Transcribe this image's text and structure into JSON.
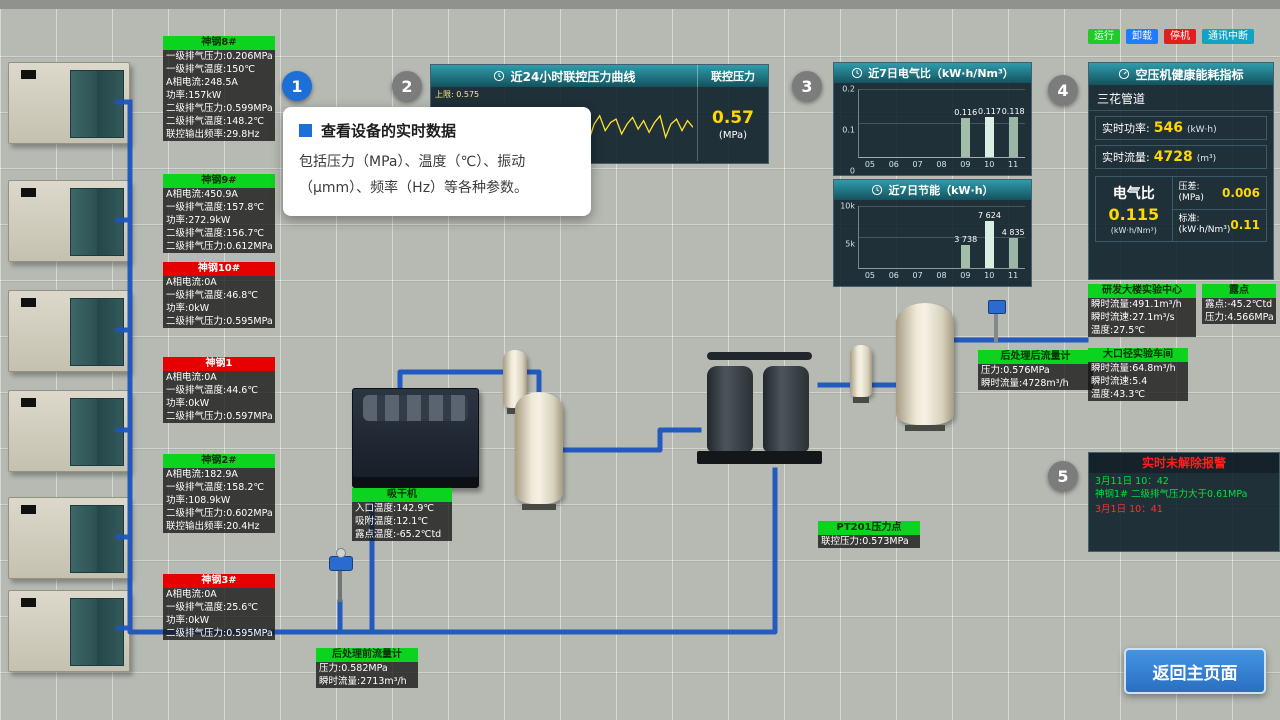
{
  "status_buttons": [
    {
      "label": "运行",
      "bg": "#1ecb29"
    },
    {
      "label": "卸载",
      "bg": "#1f7bff"
    },
    {
      "label": "停机",
      "bg": "#e02020"
    },
    {
      "label": "通讯中断",
      "bg": "#12a3c4"
    }
  ],
  "callouts": [
    "1",
    "2",
    "3",
    "4",
    "5"
  ],
  "tooltip": {
    "title": "查看设备的实时数据",
    "body": "包括压力（MPa）、温度（℃）、振动（μmm）、频率（Hz）等各种参数。"
  },
  "compressors": [
    {
      "name": "神钢8#",
      "status": "running",
      "rows": [
        "一级排气压力:0.206MPa",
        "一级排气温度:150℃",
        "A相电流:248.5A",
        "功率:157kW",
        "二级排气压力:0.599MPa",
        "二级排气温度:148.2℃",
        "联控输出频率:29.8Hz"
      ]
    },
    {
      "name": "神钢9#",
      "status": "running",
      "rows": [
        "A相电流:450.9A",
        "一级排气温度:157.8℃",
        "功率:272.9kW",
        "二级排气温度:156.7℃",
        "二级排气压力:0.612MPa"
      ]
    },
    {
      "name": "神钢10#",
      "status": "stopped",
      "rows": [
        "A相电流:0A",
        "一级排气温度:46.8℃",
        "功率:0kW",
        "二级排气压力:0.595MPa"
      ]
    },
    {
      "name": "神钢1",
      "status": "stopped",
      "rows": [
        "A相电流:0A",
        "一级排气温度:44.6℃",
        "功率:0kW",
        "二级排气压力:0.597MPa"
      ]
    },
    {
      "name": "神钢2#",
      "status": "running",
      "rows": [
        "A相电流:182.9A",
        "一级排气温度:158.2℃",
        "功率:108.9kW",
        "二级排气压力:0.602MPa",
        "联控输出频率:20.4Hz"
      ]
    },
    {
      "name": "神钢3#",
      "status": "stopped",
      "rows": [
        "A相电流:0A",
        "一级排气温度:25.6℃",
        "功率:0kW",
        "二级排气压力:0.595MPa"
      ]
    }
  ],
  "pressure_chart": {
    "type": "line",
    "title": "近24小时联控压力曲线",
    "right_label": "联控压力",
    "value": "0.57",
    "unit": "(MPa)",
    "upper_label": "上限: 0.575",
    "ylim": [
      0.55,
      0.59
    ],
    "values": [
      0.571,
      0.566,
      0.573,
      0.568,
      0.575,
      0.561,
      0.57,
      0.574,
      0.566,
      0.572,
      0.559,
      0.573,
      0.57,
      0.564,
      0.576,
      0.569,
      0.562,
      0.572,
      0.575,
      0.567,
      0.571,
      0.563,
      0.574,
      0.57,
      0.565,
      0.574,
      0.568,
      0.572,
      0.56,
      0.57,
      0.575,
      0.566,
      0.571,
      0.573,
      0.564,
      0.57,
      0.574,
      0.567,
      0.572,
      0.565,
      0.571,
      0.575,
      0.562,
      0.57,
      0.573,
      0.566,
      0.572,
      0.568
    ]
  },
  "ratio_chart": {
    "type": "bar",
    "title": "近7日电气比（kW·h/Nm³）",
    "categories": [
      "05",
      "06",
      "07",
      "08",
      "09",
      "10",
      "11"
    ],
    "values": [
      null,
      null,
      null,
      null,
      0.116,
      0.117,
      0.118
    ],
    "labels": [
      "",
      "",
      "",
      "",
      "0.116",
      "0.117",
      "0.118"
    ],
    "bar_colors": [
      null,
      null,
      null,
      null,
      "#a3bdab",
      "#d9efe2",
      "#9cb6a6"
    ],
    "ymax": 0.2,
    "yticks": [
      {
        "label": "0.2",
        "pos": 0
      },
      {
        "label": "0.1",
        "pos": 0.5
      },
      {
        "label": "0",
        "pos": 1
      }
    ]
  },
  "energy_chart": {
    "type": "bar",
    "title": "近7日节能（kW·h）",
    "categories": [
      "05",
      "06",
      "07",
      "08",
      "09",
      "10",
      "11"
    ],
    "values": [
      null,
      null,
      null,
      null,
      3738,
      7624,
      4835
    ],
    "labels": [
      "",
      "",
      "",
      "",
      "3 738",
      "7 624",
      "4 835"
    ],
    "bar_colors": [
      null,
      null,
      null,
      null,
      "#a3bdab",
      "#d9efe2",
      "#9cb6a6"
    ],
    "ymax": 10000,
    "yticks": [
      {
        "label": "10k",
        "pos": 0
      },
      {
        "label": "5k",
        "pos": 0.5
      }
    ]
  },
  "health_panel": {
    "title": "空压机健康能耗指标",
    "pipe_name": "三花管道",
    "power_label": "实时功率:",
    "power_value": "546",
    "power_unit": "(kW·h)",
    "flow_label": "实时流量:",
    "flow_value": "4728",
    "flow_unit": "(m³)",
    "ratio_label": "电气比",
    "ratio_value": "0.115",
    "ratio_unit": "(kW·h/Nm³)",
    "diff_label": "压差:",
    "diff_unit": "(MPa)",
    "diff_value": "0.006",
    "std_label": "标准:",
    "std_unit": "(kW·h/Nm³)",
    "std_value": "0.11"
  },
  "stations": {
    "rd_center": {
      "name": "研发大楼实验中心",
      "rows": [
        "瞬时流量:491.1m³/h",
        "瞬时流速:27.1m³/s",
        "温度:27.5℃"
      ]
    },
    "dew_point": {
      "name": "露点",
      "rows": [
        "露点:-45.2℃td",
        "压力:4.566MPa"
      ]
    },
    "big_pipe": {
      "name": "大口径实验车间",
      "rows": [
        "瞬时流量:64.8m³/h",
        "瞬时流速:5.4",
        "温度:43.3℃"
      ]
    }
  },
  "flow_tags": {
    "after": {
      "name": "后处理后流量计",
      "rows": [
        "压力:0.576MPa",
        "瞬时流量:4728m³/h"
      ]
    },
    "dryer": {
      "name": "吸干机",
      "rows": [
        "入口温度:142.9℃",
        "吸附温度:12.1℃",
        "露点温度:-65.2℃td"
      ]
    },
    "pt201": {
      "name": "PT201压力点",
      "rows": [
        "联控压力:0.573MPa"
      ]
    },
    "before": {
      "name": "后处理前流量计",
      "rows": [
        "压力:0.582MPa",
        "瞬时流量:2713m³/h"
      ]
    }
  },
  "alarm_panel": {
    "title": "实时未解除报警",
    "entries": [
      {
        "time": "3月11日 10：42",
        "message": "神钢1# 二级排气压力大于0.61MPa",
        "level": "green"
      },
      {
        "time": "3月1日 10：41",
        "message": "",
        "level": "red"
      }
    ]
  },
  "return_button": "返回主页面"
}
